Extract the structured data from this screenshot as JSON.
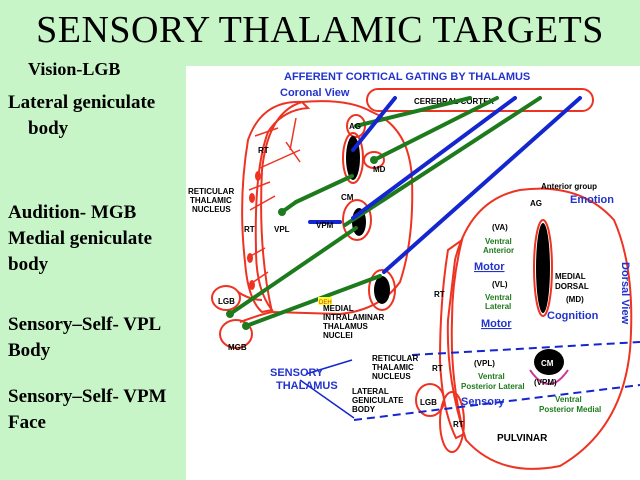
{
  "slide": {
    "title": "SENSORY THALAMIC TARGETS",
    "left_labels": {
      "vision": "Vision-LGB",
      "lateral_geniculate_1": "Lateral geniculate",
      "lateral_geniculate_2": "body",
      "audition": "Audition- MGB",
      "medial_geniculate": "Medial geniculate",
      "medial_geniculate_body": "body",
      "sensory_vpl": "Sensory–Self- VPL",
      "body": "Body",
      "sensory_vpm": "Sensory–Self- VPM",
      "face": "Face"
    }
  },
  "diagram": {
    "heading": "AFFERENT CORTICAL GATING  BY THALAMUS",
    "coronal_view": "Coronal  View",
    "cerebral_cortex": "CEREBRAL CORTEX",
    "coronal_labels": {
      "ag": "AG",
      "md": "MD",
      "rt1": "RT",
      "rt2": "RT",
      "cm": "CM",
      "vpm": "VPM",
      "vpl": "VPL",
      "reticular_1": "RETICULAR",
      "reticular_2": "THALAMIC",
      "reticular_3": "NUCLEUS",
      "lgb": "LGB",
      "mgb": "MGB",
      "deh": "DEH",
      "medial_1": "MEDIAL",
      "medial_2": "INTRALAMINAR",
      "medial_3": "THALAMUS",
      "medial_4": "NUCLEI"
    },
    "dorsal_labels": {
      "anterior_group": "Anterior group",
      "emotion": "Emotion",
      "ag": "AG",
      "va": "(VA)",
      "ventral_anterior_1": "Ventral",
      "ventral_anterior_2": "Anterior",
      "motor_1": "Motor",
      "vl": "(VL)",
      "ventral_lateral_1": "Ventral",
      "ventral_lateral_2": "Lateral",
      "motor_2": "Motor",
      "medial_dorsal_1": "MEDIAL",
      "medial_dorsal_2": "DORSAL",
      "md": "(MD)",
      "cognition": "Cognition",
      "dorsal_view": "Dorsal  View",
      "rt1": "RT",
      "rt2": "RT",
      "rt3": "RT",
      "vpl": "(VPL)",
      "vpl_1": "Ventral",
      "vpl_2": "Posterior Lateral",
      "sensory": "Sensory",
      "cm": "CM",
      "vpm": "(VPM)",
      "vpm_1": "Ventral",
      "vpm_2": "Posterior Medial",
      "lgb": "LGB",
      "pulvinar": "PULVINAR",
      "reticular_1": "RETICULAR",
      "reticular_2": "THALAMIC",
      "reticular_3": "NUCLEUS",
      "lateral_geniculate_1": "LATERAL",
      "lateral_geniculate_2": "GENICULATE",
      "lateral_geniculate_3": "BODY",
      "sensory_thalamus_1": "SENSORY",
      "sensory_thalamus_2": "THALAMUS"
    }
  },
  "colors": {
    "red": "#ee3322",
    "green": "#1d7a1d",
    "blue": "#1426cf",
    "label_blue": "#2233cc",
    "background": "#c7f5c7"
  }
}
